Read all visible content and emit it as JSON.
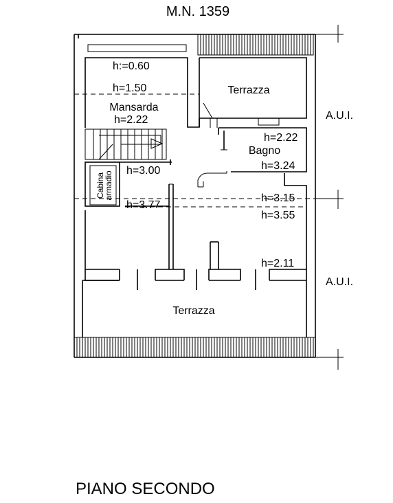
{
  "drawing": {
    "title": "M.N. 1359",
    "caption": "PIANO SECONDO",
    "labels": {
      "terrazza_top": "Terrazza",
      "terrazza_bottom": "Terrazza",
      "mansarda": "Mansarda",
      "bagno": "Bagno",
      "cabina_line1": "Cabina",
      "cabina_line2": "armadio",
      "aui_top": "A.U.I.",
      "aui_bottom": "A.U.I."
    },
    "heights": {
      "h060": "h:=0.60",
      "h150": "h=1.50",
      "h222_mansarda": "h=2.22",
      "h222_bagno": "h=2.22",
      "h324": "h=3.24",
      "h300": "h=3.00",
      "h315": "h=3.15",
      "h355": "h=3.55",
      "h377": "h=3.77",
      "h211": "h=2.11"
    }
  }
}
